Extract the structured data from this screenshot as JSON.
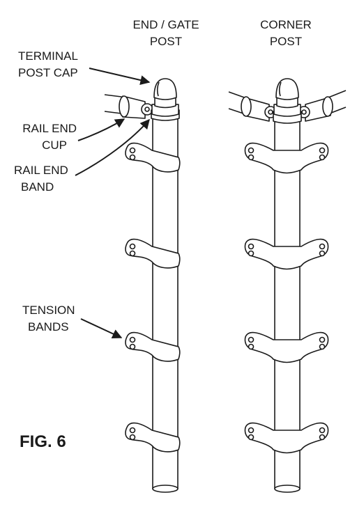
{
  "headings": {
    "end_gate_line1": "END / GATE",
    "end_gate_line2": "POST",
    "corner_line1": "CORNER",
    "corner_line2": "POST"
  },
  "labels": {
    "terminal_post_cap_line1": "TERMINAL",
    "terminal_post_cap_line2": "POST CAP",
    "rail_end_cup_line1": "RAIL END",
    "rail_end_cup_line2": "CUP",
    "rail_end_band_line1": "RAIL END",
    "rail_end_band_line2": "BAND",
    "tension_bands_line1": "TENSION",
    "tension_bands_line2": "BANDS"
  },
  "figure_label": "FIG. 6"
}
